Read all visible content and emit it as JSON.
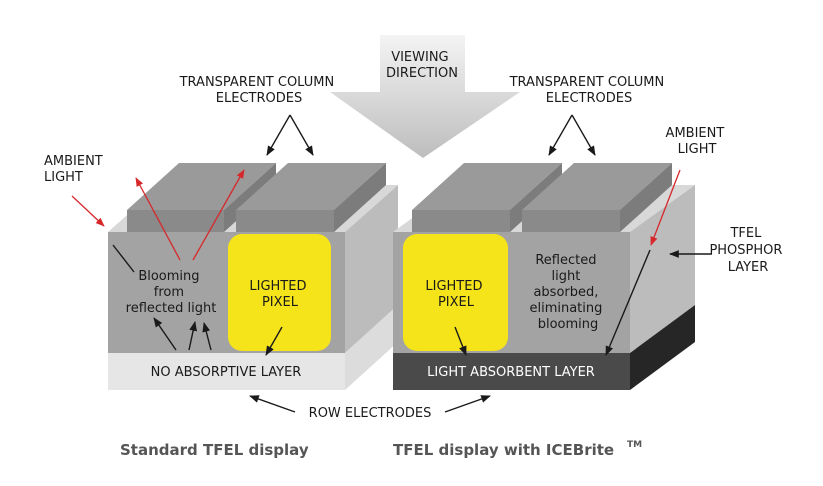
{
  "labels": {
    "viewing_direction": [
      "VIEWING",
      "DIRECTION"
    ],
    "left_column_electrodes": [
      "TRANSPARENT COLUMN",
      "ELECTRODES"
    ],
    "right_column_electrodes": [
      "TRANSPARENT COLUMN",
      "ELECTRODES"
    ],
    "left_ambient_light": [
      "AMBIENT",
      "LIGHT"
    ],
    "right_ambient_light": [
      "AMBIENT",
      "LIGHT"
    ],
    "phosphor_layer": [
      "TFEL",
      "PHOSPHOR",
      "LAYER"
    ],
    "blooming": [
      "Blooming",
      "from",
      "reflected light"
    ],
    "left_lighted_pixel": [
      "LIGHTED",
      "PIXEL"
    ],
    "right_lighted_pixel": [
      "LIGHTED",
      "PIXEL"
    ],
    "reflected_absorbed": [
      "Reflected",
      "light",
      "absorbed,",
      "eliminating",
      "blooming"
    ],
    "no_absorptive_layer": "NO ABSORPTIVE LAYER",
    "light_absorbent_layer": "LIGHT ABSORBENT LAYER",
    "row_electrodes": "ROW ELECTRODES"
  },
  "captions": {
    "left": "Standard TFEL display",
    "right": "TFEL display with ICEBrite",
    "right_trademark": "TM"
  },
  "colors": {
    "pixel_yellow": "#f5e41a",
    "arrow_red": "#d6282b",
    "absorbent_dark": "#4a4a4a"
  }
}
